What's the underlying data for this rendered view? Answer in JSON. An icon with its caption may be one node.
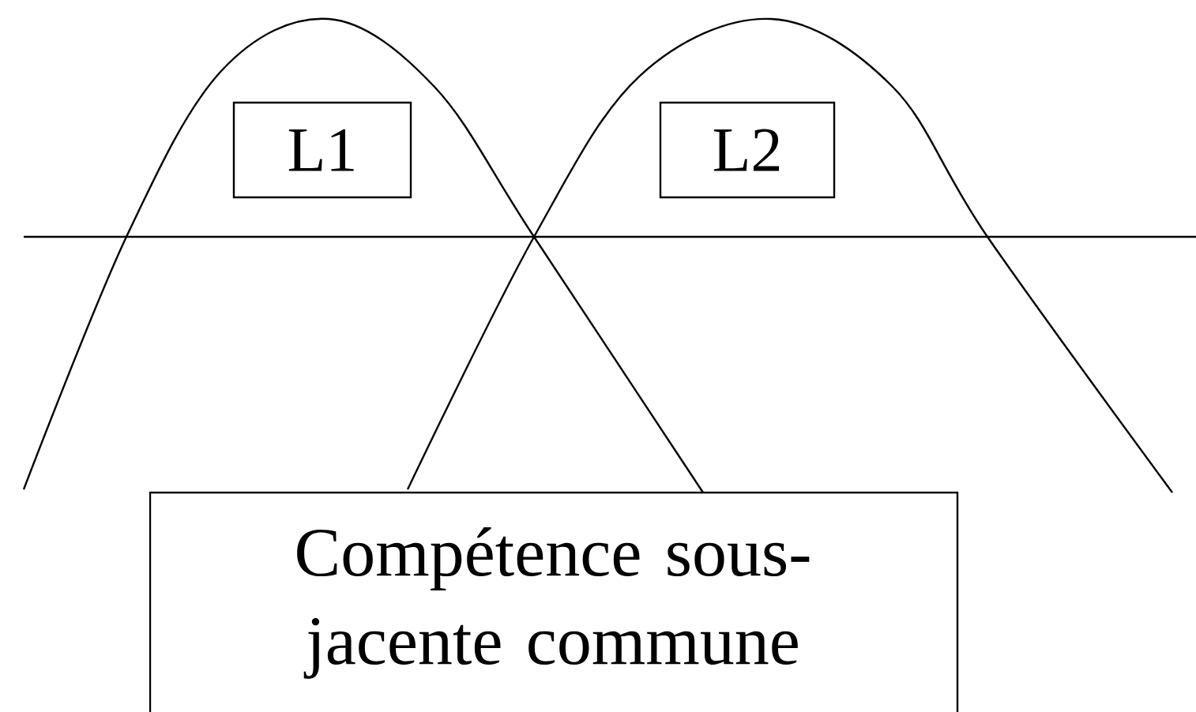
{
  "diagram": {
    "nodes": [
      {
        "text": [
          "L1"
        ]
      },
      {
        "text": [
          "L2"
        ]
      },
      {
        "text": [
          "Compétence sous-jacente commune"
        ]
      }
    ]
  }
}
